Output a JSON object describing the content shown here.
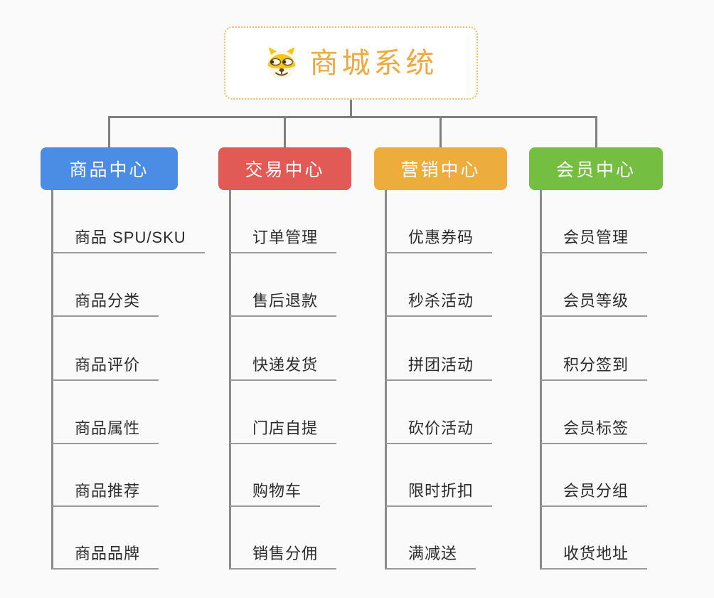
{
  "page": {
    "background": "#FAFAFA"
  },
  "root": {
    "title": "商城系统",
    "icon": "dog-face-icon",
    "text_color": "#F1A83C",
    "border_color": "#F2BC62",
    "background": "#FFFFFF"
  },
  "connector_color": "#7F7F7F",
  "leaf_line_color": "#9A9A9A",
  "leaf_text_color": "#2B2B2B",
  "branches": [
    {
      "label": "商品中心",
      "color": "#4B8DE4",
      "children": [
        "商品 SPU/SKU",
        "商品分类",
        "商品评价",
        "商品属性",
        "商品推荐",
        "商品品牌"
      ]
    },
    {
      "label": "交易中心",
      "color": "#E25A55",
      "children": [
        "订单管理",
        "售后退款",
        "快递发货",
        "门店自提",
        "购物车",
        "销售分佣"
      ]
    },
    {
      "label": "营销中心",
      "color": "#EDAD3D",
      "children": [
        "优惠券码",
        "秒杀活动",
        "拼团活动",
        "砍价活动",
        "限时折扣",
        "满减送"
      ]
    },
    {
      "label": "会员中心",
      "color": "#74BE41",
      "children": [
        "会员管理",
        "会员等级",
        "积分签到",
        "会员标签",
        "会员分组",
        "收货地址"
      ]
    }
  ]
}
